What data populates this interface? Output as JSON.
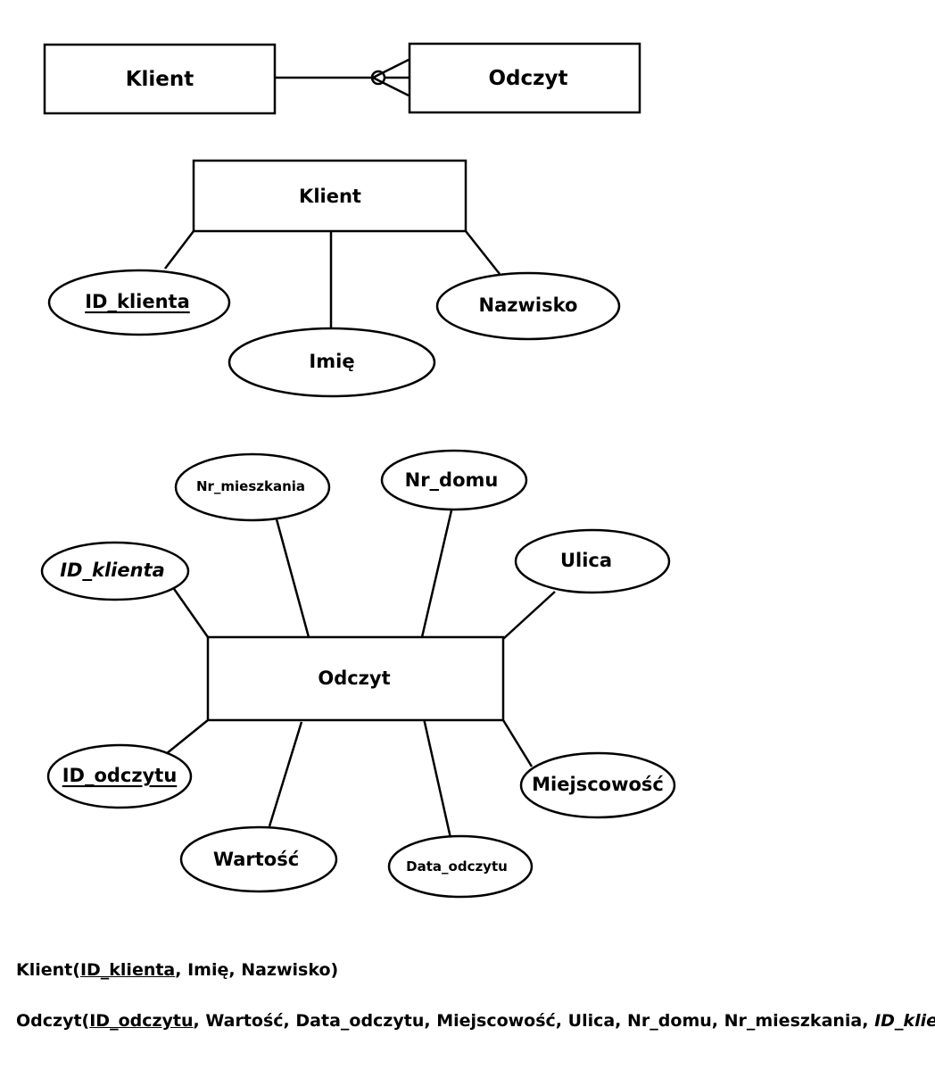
{
  "relationship": {
    "left_entity": "Klient",
    "right_entity": "Odczyt"
  },
  "klient_entity": {
    "name": "Klient",
    "attributes": {
      "id": "ID_klienta",
      "first_name": "Imię",
      "last_name": "Nazwisko"
    }
  },
  "odczyt_entity": {
    "name": "Odczyt",
    "attributes": {
      "flat_no": "Nr_mieszkania",
      "house_no": "Nr_domu",
      "client_fk": "ID_klienta",
      "street": "Ulica",
      "id": "ID_odczytu",
      "city": "Miejscowość",
      "value": "Wartość",
      "date": "Data_odczytu"
    }
  },
  "schema": {
    "klient": {
      "name": "Klient",
      "open": "(",
      "pk": "ID_klienta",
      "rest": ", Imię, Nazwisko",
      "close": ")"
    },
    "odczyt": {
      "name": "Odczyt",
      "open": "(",
      "pk": "ID_odczytu",
      "rest": ", Wartość, Data_odczytu, Miejscowość, Ulica, Nr_domu, Nr_mieszkania, ",
      "fk": "ID_klienta",
      "close": ")"
    }
  }
}
